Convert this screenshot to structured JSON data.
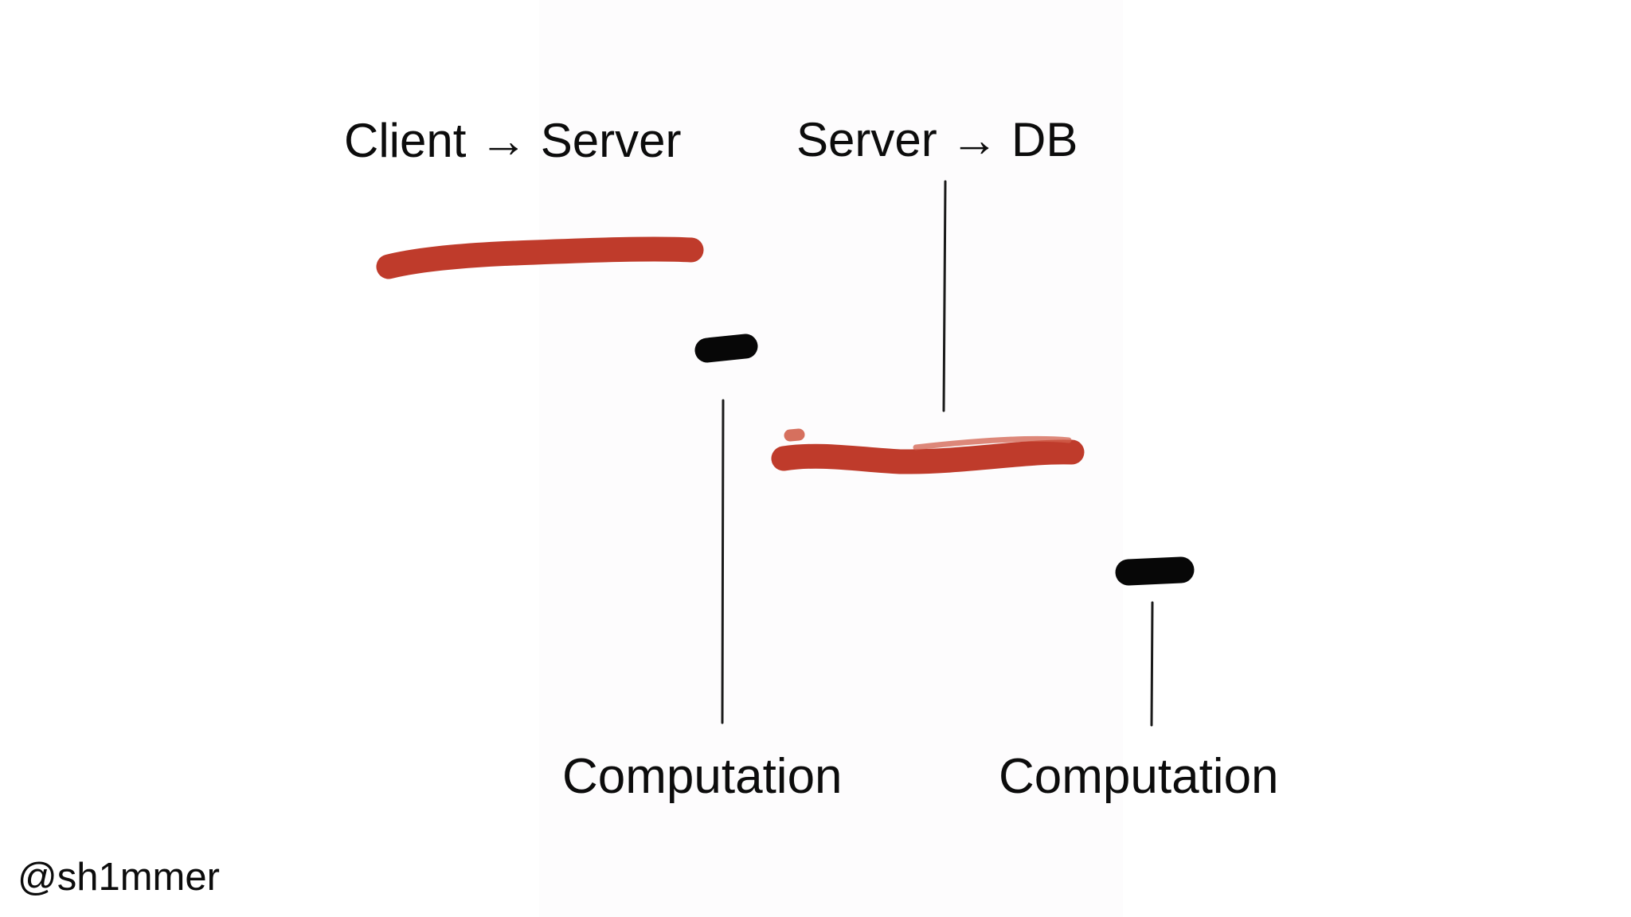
{
  "canvas": {
    "background": "#ffffff",
    "tint_band": "#3c2840"
  },
  "titles": {
    "client_server": "Client → Server",
    "server_db": "Server → DB"
  },
  "annotations": {
    "computation_left": "Computation",
    "computation_right": "Computation"
  },
  "watermark": {
    "handle": "@sh1mmer"
  },
  "colors": {
    "ink": "#0c0c0c",
    "red_stroke": "#bf3b2b",
    "red_stroke_highlight": "#d2604c",
    "dash_black": "#070707",
    "pointer_line": "#1b1b1b"
  },
  "figures": {
    "client_server_span": {
      "name": "client-server-latency-stroke",
      "kind": "hand-drawn-marker",
      "meaning": "duration of Client → Server request"
    },
    "server_computation_dash": {
      "name": "server-computation-dash",
      "kind": "hand-drawn-dash",
      "meaning": "short computation on server"
    },
    "server_db_span": {
      "name": "server-db-latency-stroke",
      "kind": "hand-drawn-marker",
      "meaning": "duration of Server → DB request"
    },
    "db_computation_dash": {
      "name": "db-computation-dash",
      "kind": "hand-drawn-dash",
      "meaning": "short computation at DB"
    },
    "server_db_pointer": {
      "name": "server-db-pointer-line",
      "kind": "callout-line"
    },
    "computation_left_pointer": {
      "name": "computation-left-pointer-line",
      "kind": "callout-line"
    },
    "computation_right_pointer": {
      "name": "computation-right-pointer-line",
      "kind": "callout-line"
    }
  }
}
